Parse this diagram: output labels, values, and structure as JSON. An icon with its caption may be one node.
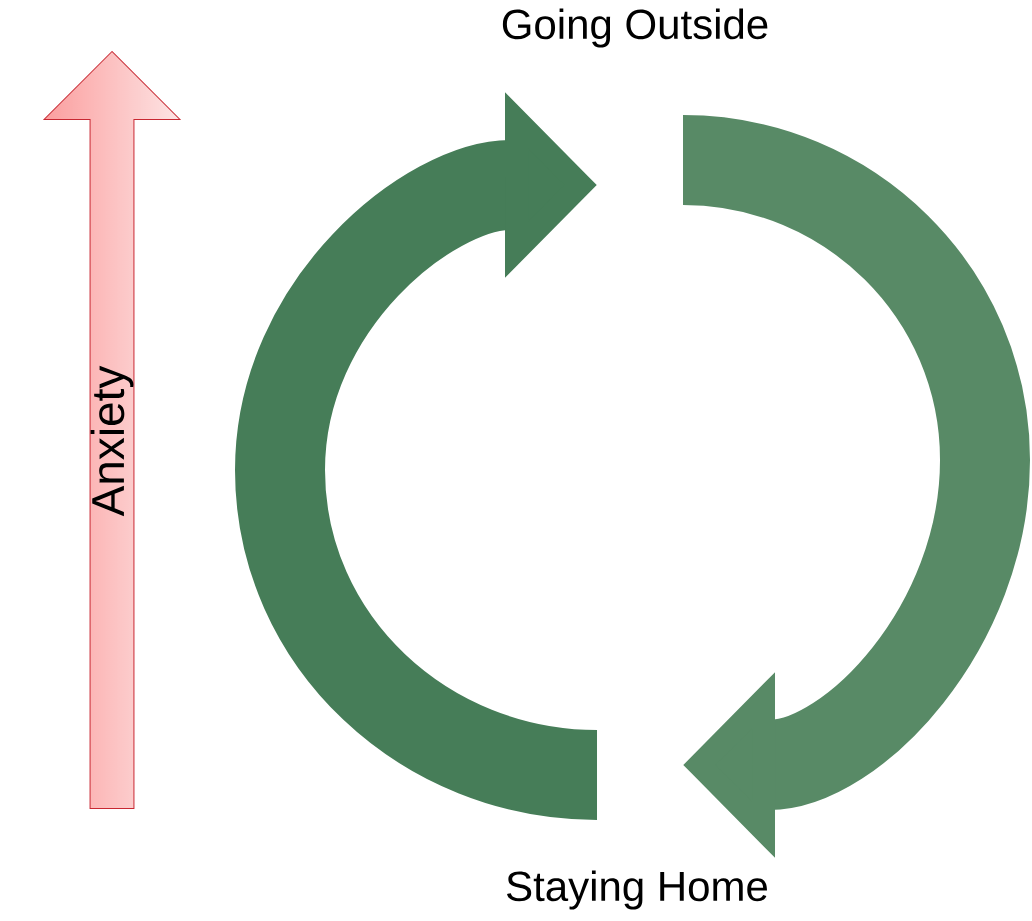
{
  "diagram": {
    "nodes": [
      {
        "text": [
          "Anxiety"
        ]
      }
    ],
    "labels": [
      "Going Outside",
      "Staying Home"
    ]
  }
}
